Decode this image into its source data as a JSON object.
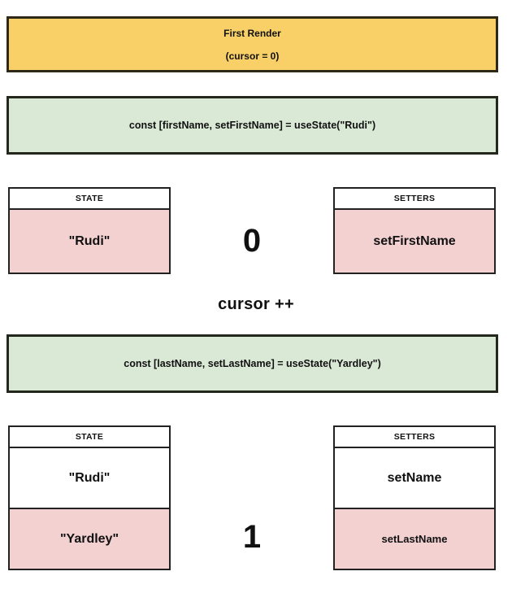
{
  "banner": {
    "title": "First Render",
    "subtitle": "(cursor = 0)"
  },
  "code_lines": {
    "first": "const [firstName, setFirstName] = useState(\"Rudi\")",
    "second": "const [lastName, setLastName] = useState(\"Yardley\")"
  },
  "cursor_label": "cursor ++",
  "section_one": {
    "state": {
      "header": "STATE",
      "cells": [
        "\"Rudi\""
      ]
    },
    "index": "0",
    "setters": {
      "header": "SETTERS",
      "cells": [
        "setFirstName"
      ]
    }
  },
  "section_two": {
    "state": {
      "header": "STATE",
      "cells": [
        "\"Rudi\"",
        "\"Yardley\""
      ]
    },
    "index": "1",
    "setters": {
      "header": "SETTERS",
      "cells": [
        "setName",
        "setLastName"
      ]
    }
  },
  "colors": {
    "banner_yellow": "#f9d068",
    "code_green": "#dae8d6",
    "active_pink": "#f3d1d1",
    "border_dark": "#222222"
  }
}
